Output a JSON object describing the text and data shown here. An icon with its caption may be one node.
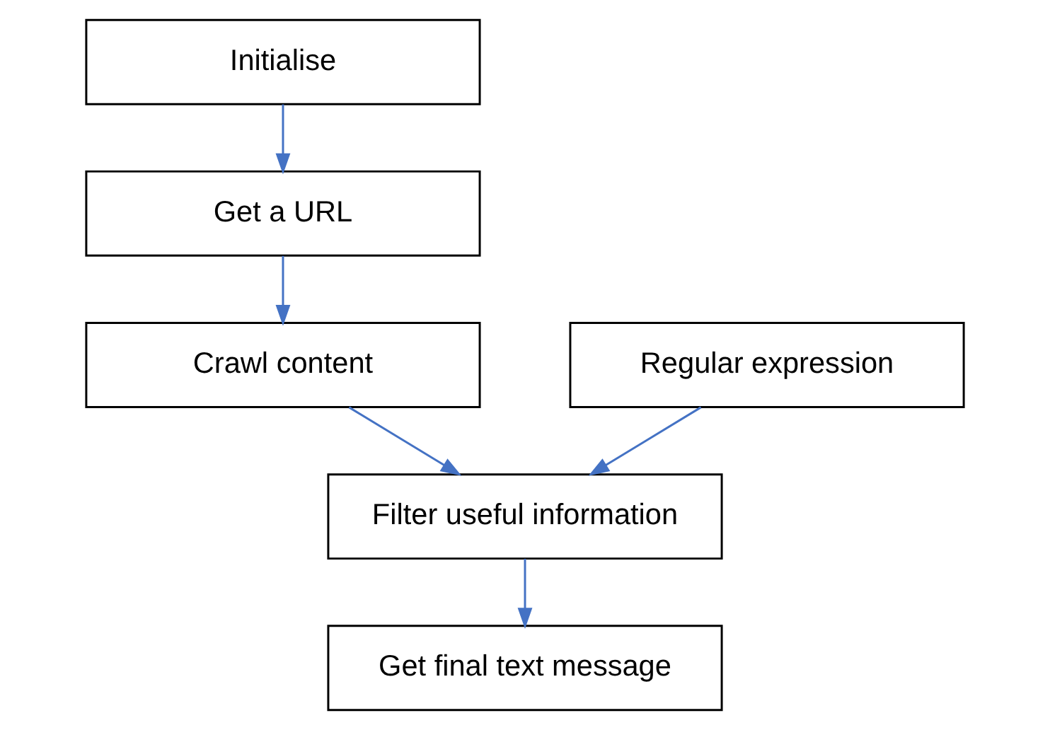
{
  "diagram": {
    "nodes": [
      {
        "text": [
          "Initialise"
        ]
      },
      {
        "text": [
          "Get a URL"
        ]
      },
      {
        "text": [
          "Crawl content"
        ]
      },
      {
        "text": [
          "Regular expression"
        ]
      },
      {
        "text": [
          "Filter useful information"
        ]
      },
      {
        "text": [
          "Get final text message"
        ]
      }
    ],
    "edges": [
      {
        "from": 0,
        "to": 1,
        "arrow": "to"
      },
      {
        "from": 1,
        "to": 2,
        "arrow": "to"
      },
      {
        "from": 2,
        "to": 4,
        "arrow": "to"
      },
      {
        "from": 3,
        "to": 4,
        "arrow": "to"
      },
      {
        "from": 4,
        "to": 5,
        "arrow": "to"
      }
    ]
  }
}
